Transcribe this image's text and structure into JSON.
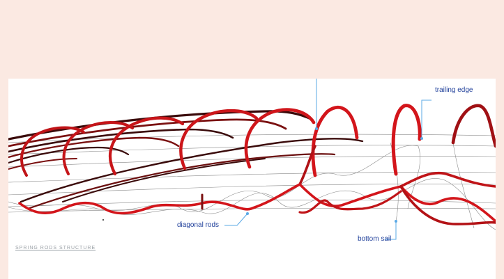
{
  "labels": {
    "trailing_edge": "trailing edge",
    "diagonal_rods": "diagonal rods",
    "bottom_sail": "bottom sail"
  },
  "caption": "SPRING RODS STRUCTURE",
  "colors": {
    "rod_red": "#d3151b",
    "rod_dark": "#3a0a0a",
    "wire": "#8a8a8a",
    "leader_line": "#5aa9e6",
    "label_text": "#1f3f9a",
    "outer_background": "#fbe9e2"
  }
}
